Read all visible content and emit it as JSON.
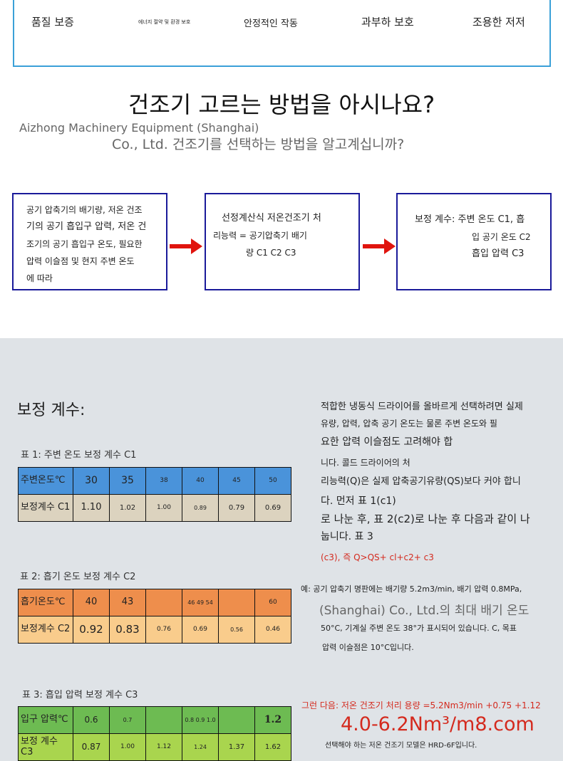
{
  "features": [
    "품질 보증",
    "에너지 절약 및 환경 보호",
    "안정적인 작동",
    "과부하 보호",
    "조용한 저저"
  ],
  "heading": {
    "title": "건조기 고르는 방법을 아시나요?",
    "company": "Aizhong Machinery Equipment (Shanghai)",
    "subtitle": "Co., Ltd. 건조기를 선택하는 방법을 알고계십니까?"
  },
  "flow": [
    {
      "lines": [
        "공기 압축기의 배기량, 저온 건조",
        "기의 공기 흡입구 압력, 저온 건",
        "조기의 공기 흡입구 온도, 필요한",
        "압력 이슬점 및 현지 주변 온도",
        "에 따라"
      ]
    },
    {
      "lines": [
        "선정계산식 저온건조기 처",
        "리능력 = 공기압축기 배기",
        "량 C1 C2 C3"
      ]
    },
    {
      "lines": [
        "보정 계수: 주변 온도 C1, 흡",
        "입 공기 온도 C2",
        "흡입 압력 C3"
      ]
    }
  ],
  "section_title": "보정 계수:",
  "tables": [
    {
      "caption": "표 1: 주변 온도 보정 계수 C1",
      "row1": [
        "주변온도℃",
        "30",
        "35",
        "38",
        "40",
        "45",
        "50"
      ],
      "row2": [
        "보정계수 C1",
        "1.10",
        "1.02",
        "1.00",
        "0.89",
        "0.79",
        "0.69"
      ]
    },
    {
      "caption": "표 2: 흡기 온도 보정 계수 C2",
      "row1": [
        "흡기온도℃",
        "40",
        "43",
        "",
        "46 49 54",
        "",
        "60"
      ],
      "row2": [
        "보정계수 C2",
        "0.92",
        "0.83",
        "0.76",
        "0.69",
        "0.56",
        "0.46"
      ]
    },
    {
      "caption": "표 3: 흡입 압력 보정 계수 C3",
      "row1": [
        "입구 압력℃",
        "0.6",
        "0.7",
        "",
        "0.8 0.9 1.0",
        "",
        "1.2"
      ],
      "row2": [
        "보정 계수 C3",
        "0.87",
        "1.00",
        "1.12",
        "1.24",
        "1.37",
        "1.62"
      ]
    }
  ],
  "explanation": [
    "적합한 냉동식 드라이어를 올바르게 선택하려면 실제",
    "유량, 압력, 압축 공기 온도는 물론 주변 온도와 필",
    "요한 압력 이슬점도 고려해야 합",
    "니다. 콜드 드라이어의 처",
    "리능력(Q)은 실제 압축공기유량(QS)보다 커야 합니",
    "다. 먼저 표 1(c1)",
    "로 나눈 후, 표 2(c2)로 나눈 후 다음과 같이 나",
    "눕니다. 표 3"
  ],
  "formula": "(c3), 즉 Q>QS+ cl+c2+ c3",
  "example": [
    "예: 공기 압축기 명판에는 배기량 5.2m3/min, 배기 압력 0.8MPa,",
    "(Shanghai) Co., Ltd.의 최대 배기 온도",
    "50°C, 기계실 주변 온도 38°가 표시되어 있습니다. C, 목표",
    "압력 이슬점은 10°C입니다."
  ],
  "result": {
    "line1": "그런 다음: 저온 건조기 처리 용량 =5.2Nm3/min +0.75 +1.12",
    "line2": "4.0-6.2Nm³/m8.com",
    "line3": "선택해야 하는 저온 건조기 모델은 HRD-6F입니다."
  },
  "colors": {
    "accent_red": "#d42a1e",
    "border_blue": "#1a1a9a"
  }
}
